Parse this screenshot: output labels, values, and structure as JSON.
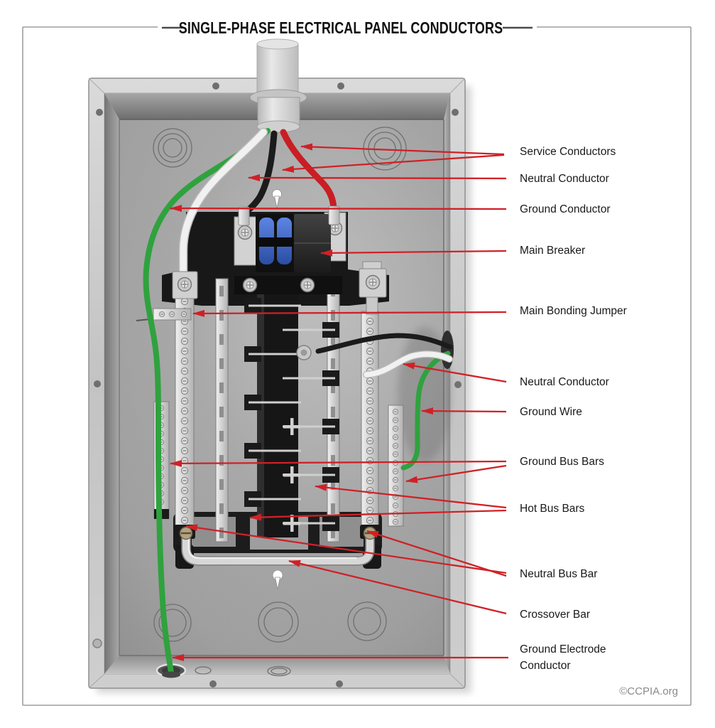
{
  "title": "SINGLE-PHASE ELECTRICAL PANEL CONDUCTORS",
  "watermark": "©CCPIA.org",
  "labels": [
    {
      "id": "service-conductors",
      "text": "Service Conductors"
    },
    {
      "id": "neutral-conductor-top",
      "text": "Neutral Conductor"
    },
    {
      "id": "ground-conductor",
      "text": "Ground Conductor"
    },
    {
      "id": "main-breaker",
      "text": "Main Breaker"
    },
    {
      "id": "main-bonding-jumper",
      "text": "Main Bonding Jumper"
    },
    {
      "id": "neutral-conductor-right",
      "text": "Neutral Conductor"
    },
    {
      "id": "ground-wire",
      "text": "Ground Wire"
    },
    {
      "id": "ground-bus-bars",
      "text": "Ground Bus Bars"
    },
    {
      "id": "hot-bus-bars",
      "text": "Hot Bus Bars"
    },
    {
      "id": "neutral-bus-bar",
      "text": "Neutral Bus Bar"
    },
    {
      "id": "crossover-bar",
      "text": "Crossover Bar"
    },
    {
      "id": "ground-electrode-conductor",
      "text": "Ground Electrode Conductor"
    }
  ],
  "colors": {
    "annotation_red": "#cf2127",
    "wire_green": "#2fa23e",
    "wire_red": "#c81e24",
    "wire_white": "#f1f1f1",
    "wire_black": "#1b1b1b",
    "breaker_blue": "#3b62c4",
    "panel_gray": "#c6c6c6",
    "frame_gray": "#9e9e9e"
  }
}
